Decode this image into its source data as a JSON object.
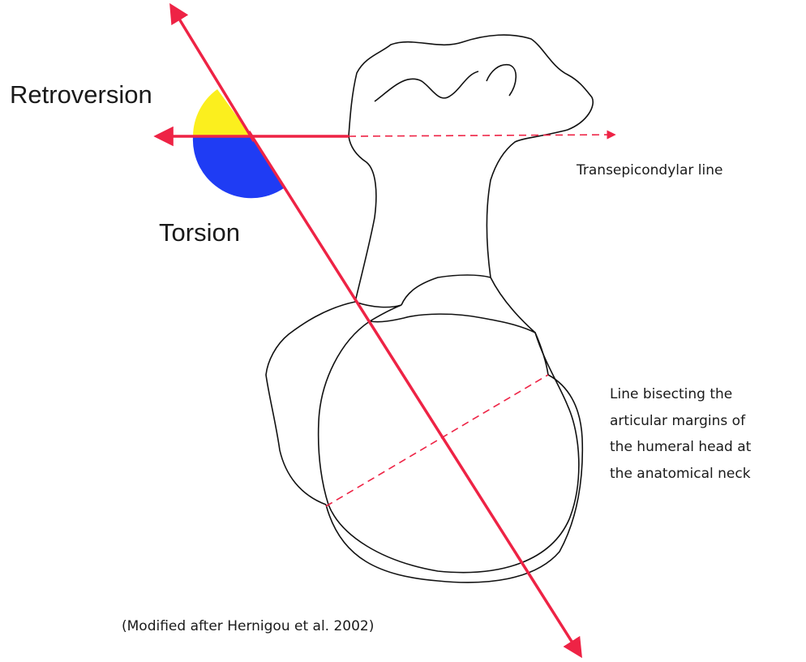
{
  "labels": {
    "retroversion": "Retroversion",
    "torsion": "Torsion",
    "transepicondylar": "Transepicondylar line",
    "bisecting_lines": [
      "Line bisecting the",
      "articular margins of",
      "the humeral head at",
      "the anatomical neck"
    ],
    "credit": "(Modified after Hernigou et al. 2002)"
  },
  "colors": {
    "axis_line": "#ee2345",
    "retroversion_fill": "#fbef1e",
    "torsion_fill": "#1f3cf4",
    "bone_outline": "#111111"
  }
}
